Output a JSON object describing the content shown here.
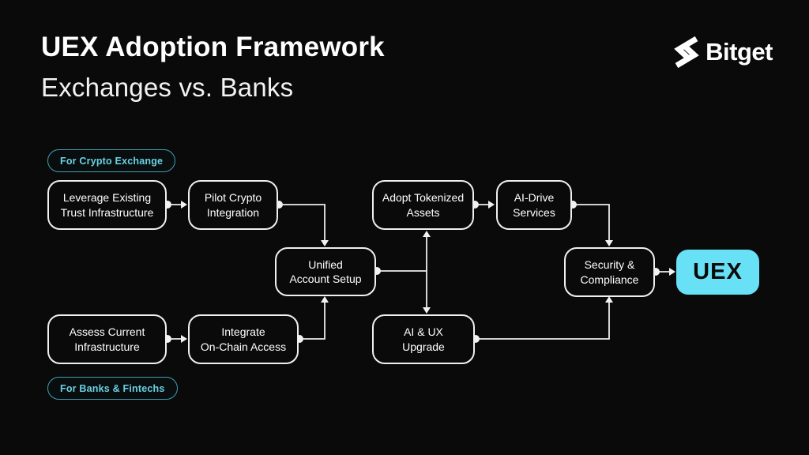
{
  "header": {
    "title": "UEX Adoption Framework",
    "subtitle": "Exchanges vs. Banks",
    "brand": "Bitget"
  },
  "badges": {
    "crypto": "For Crypto Exchange",
    "banks": "For Banks & Fintechs"
  },
  "colors": {
    "background": "#0a0a0a",
    "box_border": "#f0f0f0",
    "text": "#ffffff",
    "accent_cyan_fill": "#68e0f5",
    "badge_text": "#69d2e4",
    "badge_border": "#3f9db2"
  },
  "nodes": {
    "leverage": {
      "label": "Leverage Existing\nTrust Infrastructure"
    },
    "pilot": {
      "label": "Pilot Crypto\nIntegration"
    },
    "adopt": {
      "label": "Adopt Tokenized\nAssets"
    },
    "aidrive": {
      "label": "AI-Drive\nServices"
    },
    "unified": {
      "label": "Unified\nAccount Setup"
    },
    "security": {
      "label": "Security &\nCompliance"
    },
    "assess": {
      "label": "Assess Current\nInfrastructure"
    },
    "integrate": {
      "label": "Integrate\nOn-Chain Access"
    },
    "aiux": {
      "label": "AI & UX\nUpgrade"
    },
    "uex": {
      "label": "UEX"
    }
  },
  "edges": [
    {
      "from": "leverage",
      "to": "pilot"
    },
    {
      "from": "pilot",
      "to": "unified"
    },
    {
      "from": "assess",
      "to": "integrate"
    },
    {
      "from": "integrate",
      "to": "unified"
    },
    {
      "from": "unified",
      "to": "adopt"
    },
    {
      "from": "unified",
      "to": "aiux"
    },
    {
      "from": "adopt",
      "to": "aidrive"
    },
    {
      "from": "aidrive",
      "to": "security"
    },
    {
      "from": "aiux",
      "to": "security"
    },
    {
      "from": "security",
      "to": "uex"
    }
  ]
}
